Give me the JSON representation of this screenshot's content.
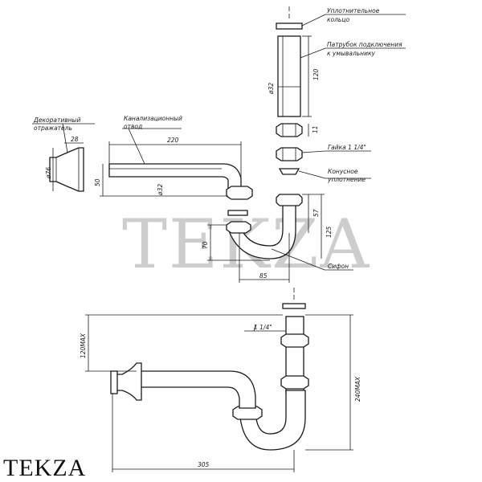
{
  "labels": {
    "o_ring": [
      "Уплотнительное",
      "кольцо"
    ],
    "connection_pipe": [
      "Патрубок подключения",
      "к умывальнику"
    ],
    "decorative_reflector": [
      "Декоративный",
      "отражатель"
    ],
    "sewer_outlet": [
      "Канализационный",
      "отвод"
    ],
    "nut": "Гайка 1 1/4\"",
    "cone_seal": [
      "Конусное",
      "уплотнение"
    ],
    "siphon": "Сифон",
    "nut_bottom": "1 1/4\""
  },
  "dimensions": {
    "pipe_diameter_top": "ø32",
    "pipe_length": "120",
    "nut_height": "11",
    "reflector_width": "28",
    "reflector_diameter": "ø76",
    "outlet_length": "220",
    "outlet_diameter": "ø32",
    "outlet_drop": "50",
    "siphon_upper": "57",
    "siphon_total": "125",
    "siphon_depth": "70",
    "siphon_width": "85",
    "height_120max": "120MAX",
    "height_240max": "240MAX",
    "width_305": "305"
  },
  "watermark": "TEKZA",
  "brand": "TEKZA"
}
